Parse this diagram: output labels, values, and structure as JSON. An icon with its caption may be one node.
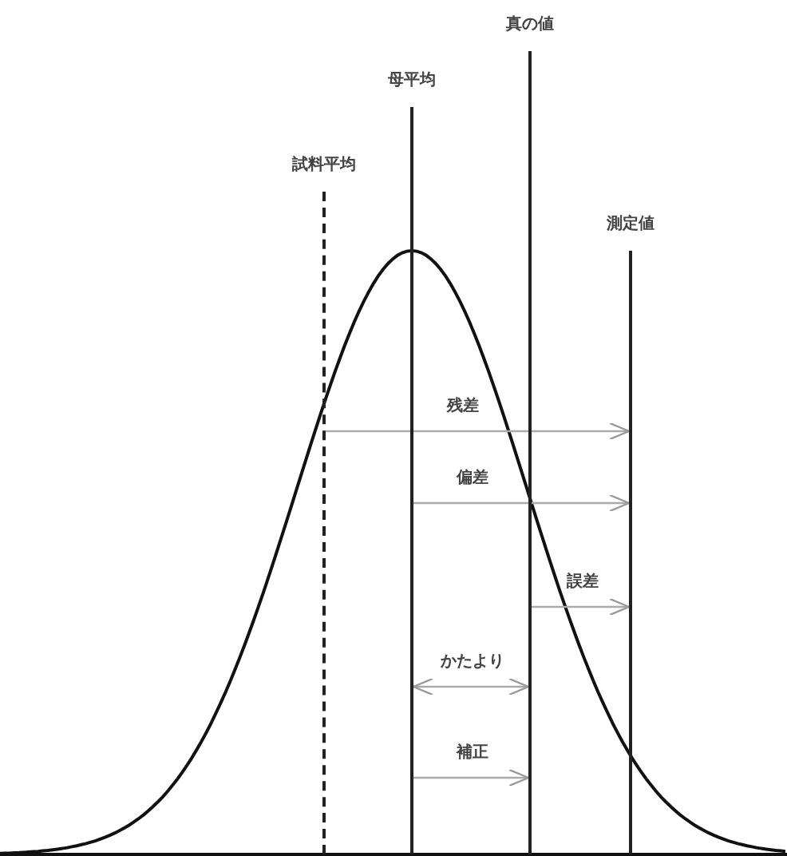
{
  "diagram": {
    "nodes": [
      {
        "text": [
          "真の値"
        ]
      },
      {
        "text": [
          "母平均"
        ]
      },
      {
        "text": [
          "試料平均"
        ]
      },
      {
        "text": [
          "測定値"
        ]
      }
    ],
    "edges": [
      {
        "from": 2,
        "to": 3,
        "arrow": "to",
        "label": "残差"
      },
      {
        "from": 1,
        "to": 3,
        "arrow": "to",
        "label": "偏差"
      },
      {
        "from": 0,
        "to": 3,
        "arrow": "to",
        "label": "誤差"
      },
      {
        "from": 1,
        "to": 0,
        "arrow": "both",
        "label": "かたより"
      },
      {
        "from": 1,
        "to": 0,
        "arrow": "to",
        "label": "補正"
      }
    ]
  }
}
